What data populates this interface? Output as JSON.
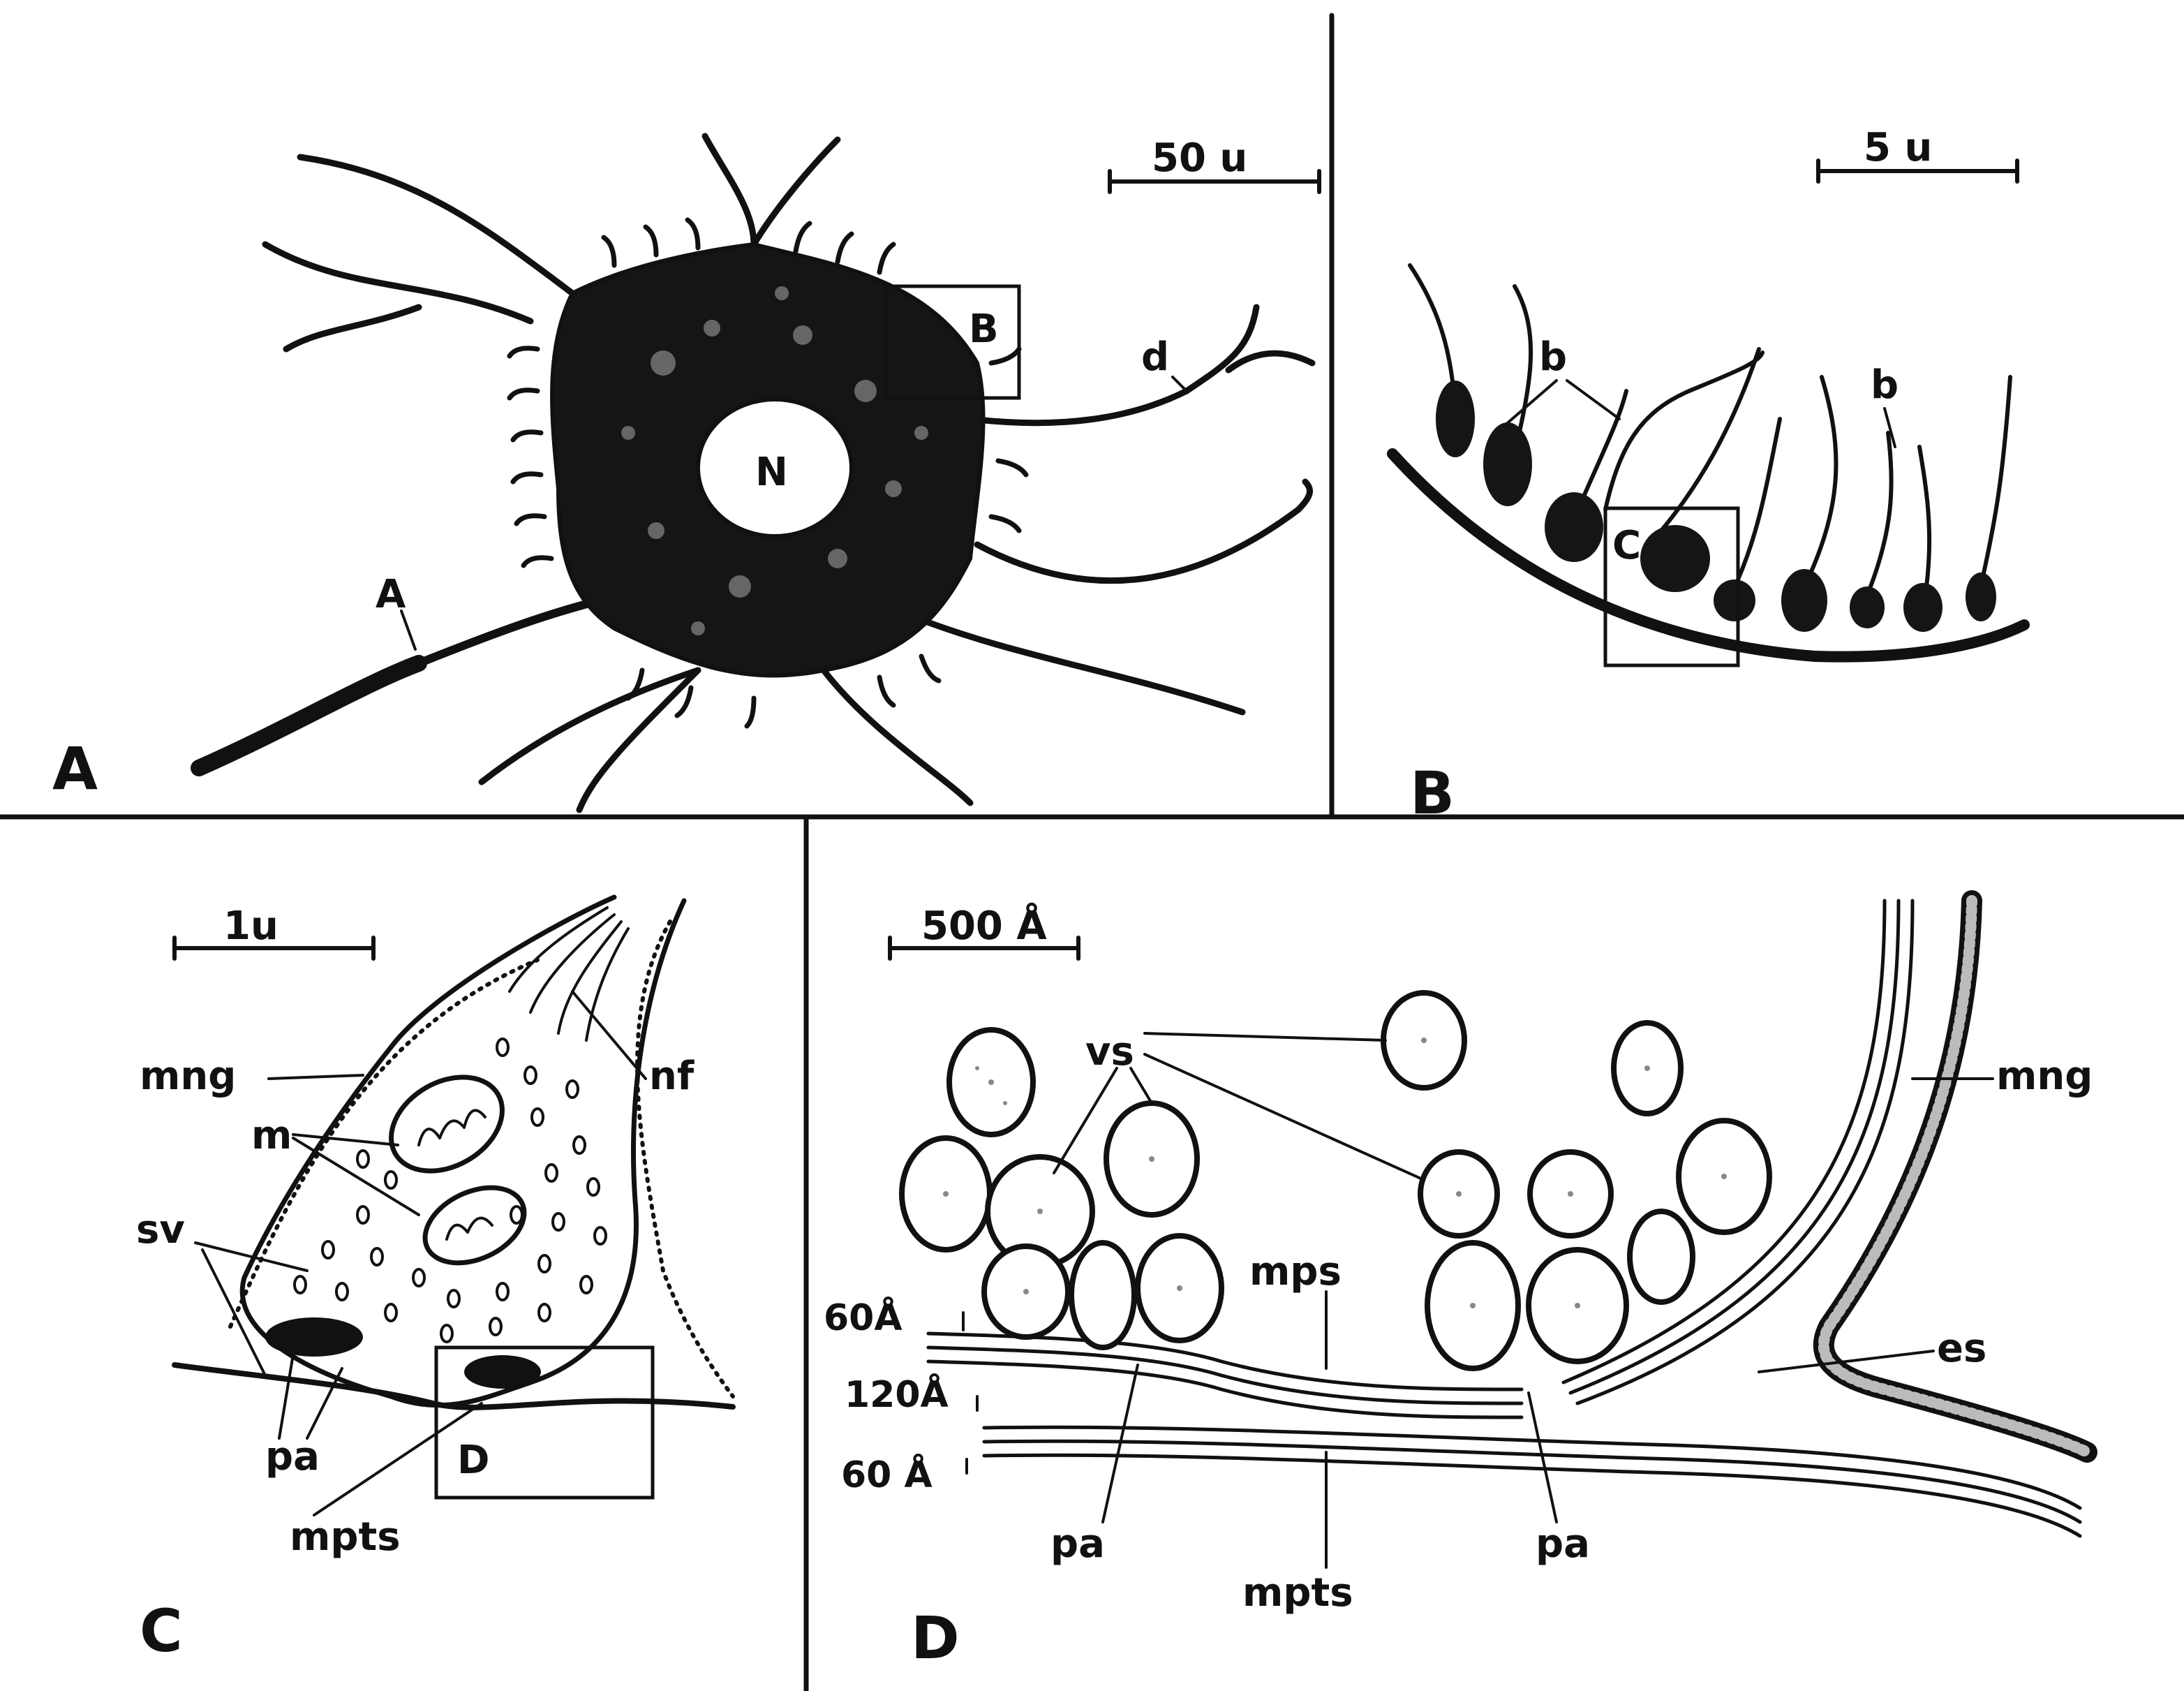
{
  "panels": [
    {
      "letter": "A",
      "scale_bar": "50 u",
      "labels": {
        "nucleus": "N",
        "axon": "A",
        "dendrite": "d",
        "box": "B"
      }
    },
    {
      "letter": "B",
      "scale_bar": "5 u",
      "labels": {
        "bouton_1": "b",
        "bouton_2": "b",
        "box": "C"
      }
    },
    {
      "letter": "C",
      "scale_bar": "1u",
      "labels": {
        "mng": "mng",
        "m": "m",
        "sv": "sv",
        "nf": "nf",
        "pa": "pa",
        "mpts": "mpts",
        "box": "D"
      }
    },
    {
      "letter": "D",
      "scale_bar": "500 Å",
      "labels": {
        "vs": "vs",
        "mng": "mng",
        "mps": "mps",
        "es": "es",
        "pa_left": "pa",
        "pa_right": "pa",
        "mpts": "mpts",
        "d60_top": "60Å",
        "d120": "120Å",
        "d60_bottom": "60 Å"
      }
    }
  ]
}
